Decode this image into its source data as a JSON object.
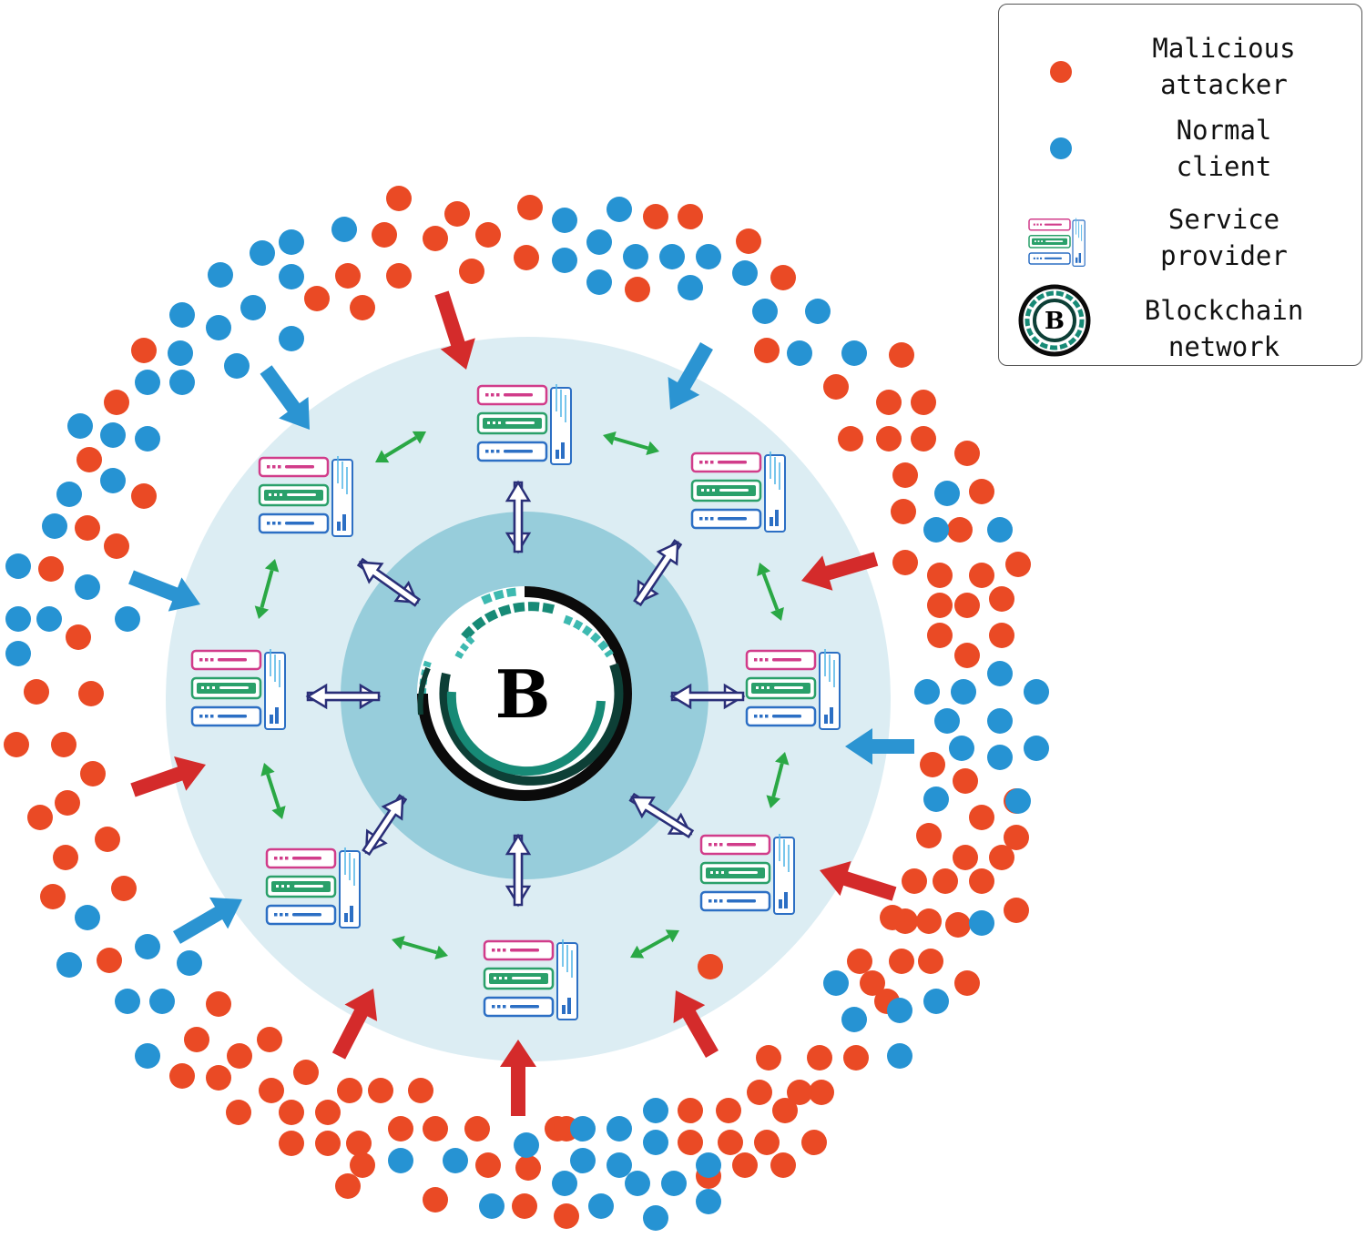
{
  "colors": {
    "attacker": "#ea4a25",
    "client": "#2693d3",
    "attack_arrow": "#d42b2b",
    "client_arrow": "#2b94d2",
    "peer_arrow": "#2aa845",
    "chain_arrow": "#2a2f78",
    "outer_ring": "#dcedf3",
    "inner_ring": "#97cddb",
    "chain_teal": "#178a76",
    "chain_light": "#3db9b0"
  },
  "center_label": "B",
  "legend": {
    "attacker_label": "Malicious\nattacker",
    "client_label": "Normal\nclient",
    "provider_label": "Service\nprovider",
    "blockchain_label": "Blockchain\nnetwork",
    "blockchain_symbol": "B"
  },
  "providers": [
    {
      "name": "provider-top",
      "icon": "server-icon"
    },
    {
      "name": "provider-top-right",
      "icon": "server-icon"
    },
    {
      "name": "provider-right",
      "icon": "server-icon"
    },
    {
      "name": "provider-bottom-right",
      "icon": "server-icon"
    },
    {
      "name": "provider-bottom",
      "icon": "server-icon"
    },
    {
      "name": "provider-bottom-left",
      "icon": "server-icon"
    },
    {
      "name": "provider-left",
      "icon": "server-icon"
    },
    {
      "name": "provider-top-left",
      "icon": "server-icon"
    }
  ]
}
